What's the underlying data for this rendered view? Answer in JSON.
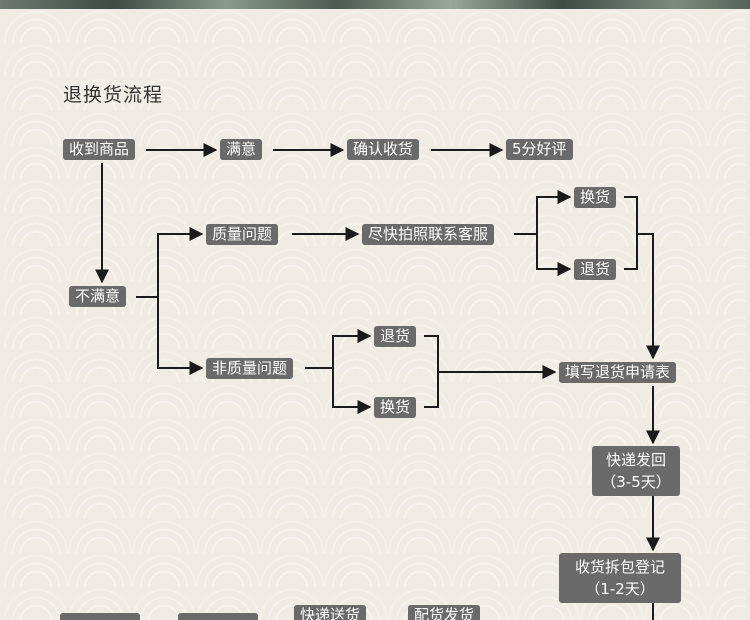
{
  "title": "退换货流程",
  "nodes": {
    "received": "收到商品",
    "satisfied": "满意",
    "confirm_receipt": "确认收货",
    "five_star": "5分好评",
    "unsatisfied": "不满意",
    "quality_issue": "质量问题",
    "photo_contact": "尽快拍照联系客服",
    "exchange_1": "换货",
    "return_1": "退货",
    "non_quality_issue": "非质量问题",
    "return_2": "退货",
    "exchange_2": "换货",
    "fill_form": "填写退货申请表",
    "express_back_line1": "快递发回",
    "express_back_line2": "（3-5天）",
    "register_line1": "收货拆包登记",
    "register_line2": "（1-2天）",
    "express_send": "快递送货",
    "dispatch": "配货发货"
  },
  "colors": {
    "node_bg": "#6a6a6a",
    "node_text": "#ffffff",
    "line": "#1a1a1a",
    "background": "#f0ebe3"
  }
}
